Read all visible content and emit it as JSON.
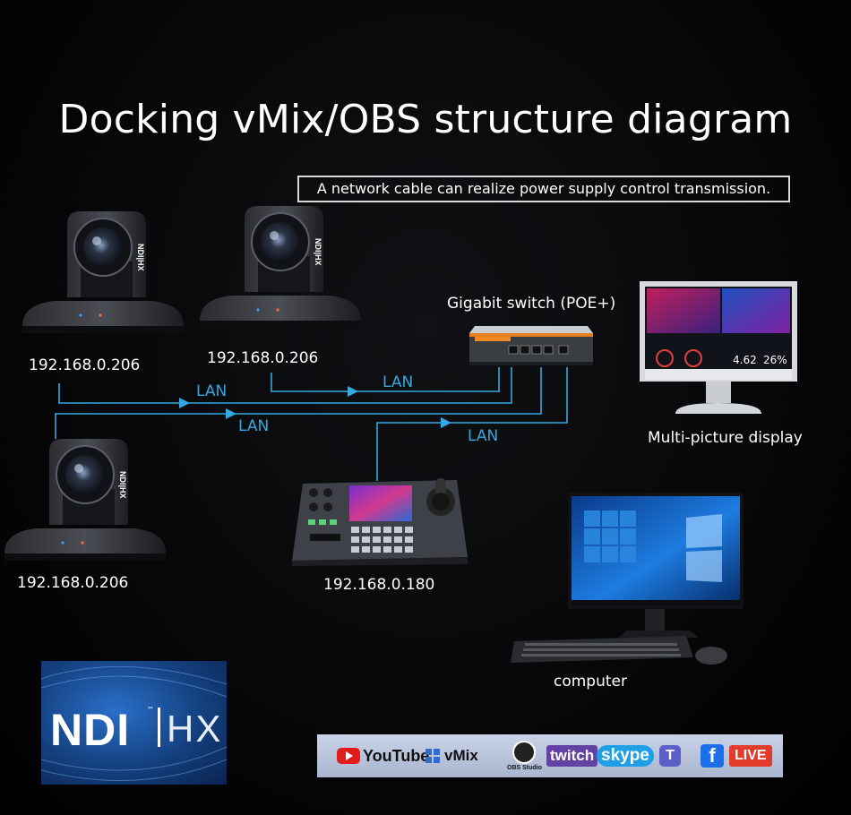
{
  "title": "Docking vMix/OBS structure diagram",
  "subtitle": "A network cable can realize power supply control transmission.",
  "cameras": [
    {
      "ip": "192.168.0.206",
      "badge": "NDI|HX"
    },
    {
      "ip": "192.168.0.206",
      "badge": "NDI|HX"
    },
    {
      "ip": "192.168.0.206",
      "badge": "NDI|HX"
    }
  ],
  "switch": {
    "label": "Gigabit switch (POE+)"
  },
  "controller": {
    "ip": "192.168.0.180"
  },
  "display": {
    "label": "Multi-picture display",
    "stats": [
      "4.62",
      "26%"
    ]
  },
  "computer": {
    "label": "computer"
  },
  "links": [
    {
      "label": "LAN"
    },
    {
      "label": "LAN"
    },
    {
      "label": "LAN"
    },
    {
      "label": "LAN"
    }
  ],
  "ndi_logo": {
    "ndi": "NDI",
    "hx": "HX",
    "tm": "™"
  },
  "platforms": [
    "YouTube",
    "vMix",
    "OBS Studio",
    "twitch",
    "skype",
    "T",
    "f",
    "LIVE"
  ],
  "colors": {
    "lan_line": "#35a8e0",
    "background": "#050506"
  }
}
